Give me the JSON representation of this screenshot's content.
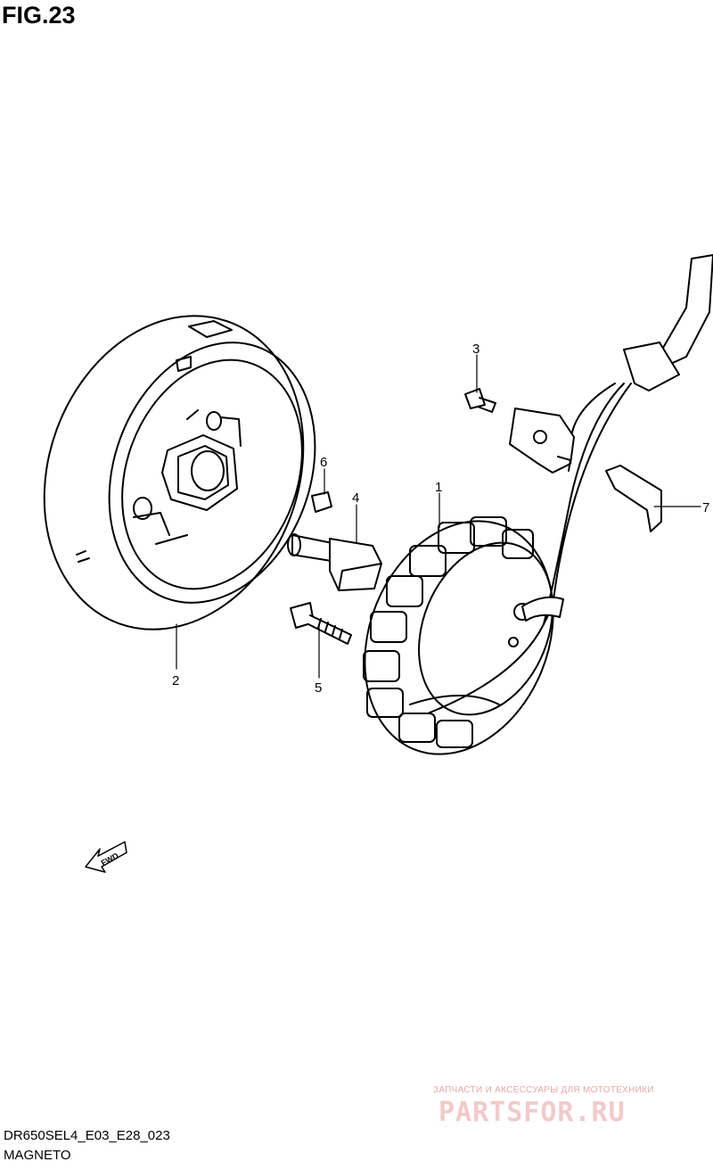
{
  "figure": {
    "title": "FIG.23"
  },
  "callouts": [
    {
      "id": "1",
      "label": "1"
    },
    {
      "id": "2",
      "label": "2"
    },
    {
      "id": "3",
      "label": "3"
    },
    {
      "id": "4",
      "label": "4"
    },
    {
      "id": "5",
      "label": "5"
    },
    {
      "id": "6",
      "label": "6"
    },
    {
      "id": "7",
      "label": "7"
    }
  ],
  "fwd_marker": {
    "label": "FWD"
  },
  "footer": {
    "code": "DR650SEL4_E03_E28_023",
    "caption": "MAGNETO"
  },
  "watermark": {
    "tagline": "ЗАПЧАСТИ И АКСЕССУАРЫ ДЛЯ МОТОТЕХНИКИ",
    "logo": "PARTSFOR.RU"
  }
}
